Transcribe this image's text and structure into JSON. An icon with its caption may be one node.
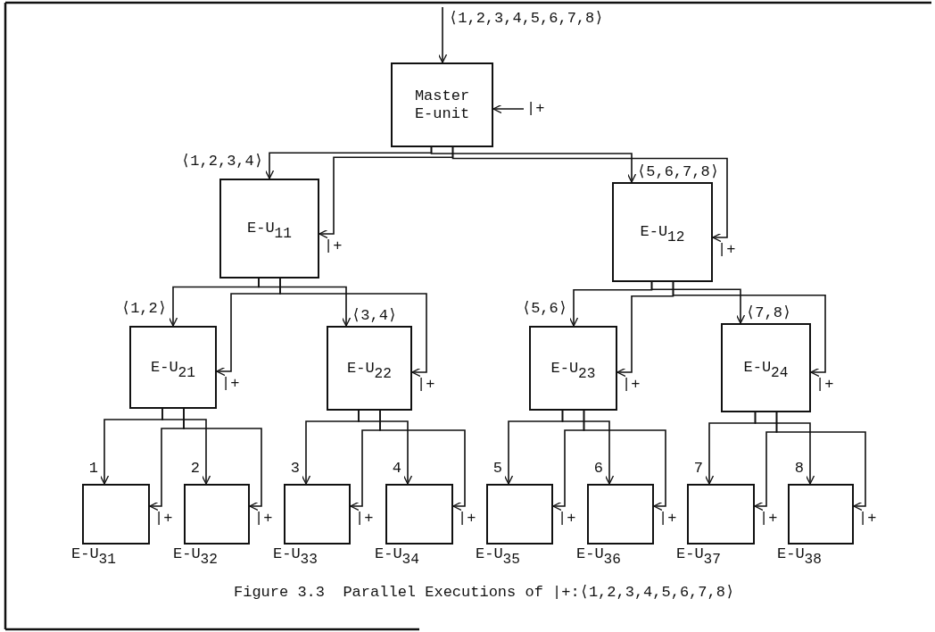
{
  "diagram": {
    "caption": "Figure 3.3  Parallel Executions of |+:⟨1,2,3,4,5,6,7,8⟩",
    "nodes": [
      {
        "text": [
          "Master E-unit"
        ]
      },
      {
        "text": [
          "E-U$_{11}$"
        ]
      },
      {
        "text": [
          "E-U$_{12}$"
        ]
      },
      {
        "text": [
          "E-U$_{21}$"
        ]
      },
      {
        "text": [
          "E-U$_{22}$"
        ]
      },
      {
        "text": [
          "E-U$_{23}$"
        ]
      },
      {
        "text": [
          "E-U$_{24}$"
        ]
      },
      {
        "text": [
          "E-U$_{31}$"
        ]
      },
      {
        "text": [
          "E-U$_{32}$"
        ]
      },
      {
        "text": [
          "E-U$_{33}$"
        ]
      },
      {
        "text": [
          "E-U$_{34}$"
        ]
      },
      {
        "text": [
          "E-U$_{35}$"
        ]
      },
      {
        "text": [
          "E-U$_{36}$"
        ]
      },
      {
        "text": [
          "E-U$_{37}$"
        ]
      },
      {
        "text": [
          "E-U$_{38}$"
        ]
      }
    ],
    "edges": [
      {
        "from": null,
        "to": 0,
        "arrow": "to",
        "label": "⟨1,2,3,4,5,6,7,8⟩"
      },
      {
        "from": null,
        "to": 0,
        "arrow": "to",
        "label": "|+"
      },
      {
        "from": 0,
        "to": 1,
        "arrow": "to",
        "label": "⟨1,2,3,4⟩"
      },
      {
        "from": 0,
        "to": 1,
        "arrow": "to",
        "label": "|+"
      },
      {
        "from": 0,
        "to": 2,
        "arrow": "to",
        "label": "⟨5,6,7,8⟩"
      },
      {
        "from": 0,
        "to": 2,
        "arrow": "to",
        "label": "|+"
      },
      {
        "from": 1,
        "to": 3,
        "arrow": "to",
        "label": "⟨1,2⟩"
      },
      {
        "from": 1,
        "to": 3,
        "arrow": "to",
        "label": "|+"
      },
      {
        "from": 1,
        "to": 4,
        "arrow": "to",
        "label": "⟨3,4⟩"
      },
      {
        "from": 1,
        "to": 4,
        "arrow": "to",
        "label": "|+"
      },
      {
        "from": 2,
        "to": 5,
        "arrow": "to",
        "label": "⟨5,6⟩"
      },
      {
        "from": 2,
        "to": 5,
        "arrow": "to",
        "label": "|+"
      },
      {
        "from": 2,
        "to": 6,
        "arrow": "to",
        "label": "⟨7,8⟩"
      },
      {
        "from": 2,
        "to": 6,
        "arrow": "to",
        "label": "|+"
      },
      {
        "from": 3,
        "to": 7,
        "arrow": "to",
        "label": "1"
      },
      {
        "from": 3,
        "to": 7,
        "arrow": "to",
        "label": "|+"
      },
      {
        "from": 3,
        "to": 8,
        "arrow": "to",
        "label": "2"
      },
      {
        "from": 3,
        "to": 8,
        "arrow": "to",
        "label": "|+"
      },
      {
        "from": 4,
        "to": 9,
        "arrow": "to",
        "label": "3"
      },
      {
        "from": 4,
        "to": 9,
        "arrow": "to",
        "label": "|+"
      },
      {
        "from": 4,
        "to": 10,
        "arrow": "to",
        "label": "4"
      },
      {
        "from": 4,
        "to": 10,
        "arrow": "to",
        "label": "|+"
      },
      {
        "from": 5,
        "to": 11,
        "arrow": "to",
        "label": "5"
      },
      {
        "from": 5,
        "to": 11,
        "arrow": "to",
        "label": "|+"
      },
      {
        "from": 5,
        "to": 12,
        "arrow": "to",
        "label": "6"
      },
      {
        "from": 5,
        "to": 12,
        "arrow": "to",
        "label": "|+"
      },
      {
        "from": 6,
        "to": 13,
        "arrow": "to",
        "label": "7"
      },
      {
        "from": 6,
        "to": 13,
        "arrow": "to",
        "label": "|+"
      },
      {
        "from": 6,
        "to": 14,
        "arrow": "to",
        "label": "8"
      },
      {
        "from": 6,
        "to": 14,
        "arrow": "to",
        "label": "|+"
      }
    ]
  }
}
